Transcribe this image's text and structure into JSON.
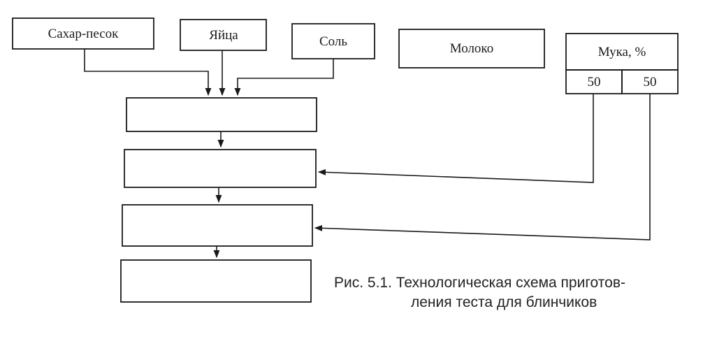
{
  "ingredients": {
    "sugar": "Сахар-песок",
    "eggs": "Яйца",
    "salt": "Соль",
    "milk": "Молоко",
    "flour": "Мука, %"
  },
  "flour_split": {
    "left": "50",
    "right": "50"
  },
  "process_steps": [
    "",
    "",
    "",
    ""
  ],
  "caption": {
    "line1": "Рис. 5.1. Технологическая схема приготов-",
    "line2": "ления теста для блинчиков"
  },
  "colors": {
    "stroke": "#1a1a1a",
    "background": "#ffffff"
  }
}
